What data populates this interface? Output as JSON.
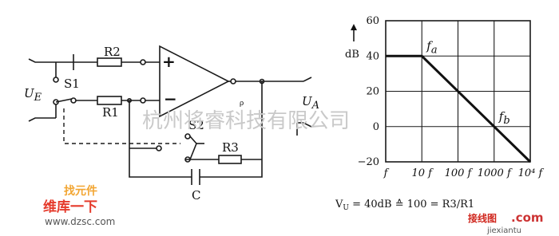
{
  "circuit": {
    "input_label": "U",
    "input_sub": "E",
    "output_label": "U",
    "output_sub": "A",
    "switch1_label": "S1",
    "switch2_label": "S2",
    "r1_label": "R1",
    "r2_label": "R2",
    "r3_label": "R3",
    "cap_label": "C",
    "plus_sign": "+",
    "minus_sign": "−",
    "pin_mark": "ρ"
  },
  "chart_data": {
    "type": "line",
    "title": "",
    "ylabel": "dB",
    "xscale": "log",
    "ylim": [
      -20,
      60
    ],
    "yticks": [
      -20,
      0,
      20,
      40,
      60
    ],
    "ytick_labels": [
      "−20",
      "0",
      "20",
      "40",
      "60"
    ],
    "xtick_labels": [
      "f",
      "10 f",
      "100 f",
      "1000 f",
      "10⁴ f"
    ],
    "grid": true,
    "series": [
      {
        "x_decades": [
          0,
          1,
          4
        ],
        "y": [
          40,
          40,
          -20
        ]
      }
    ],
    "annotations": [
      {
        "text": "f",
        "sub": "a",
        "x_decade": 1,
        "y": 40
      },
      {
        "text": "f",
        "sub": "b",
        "x_decade": 3,
        "y": 0
      }
    ]
  },
  "formula": {
    "text": "V",
    "sub": "U",
    "rest": " = 40dB ≙ 100 = R3/R1"
  },
  "watermark": {
    "center": "杭州将睿科技有限公司",
    "logo_top": "找元件",
    "logo_main": "维库一下",
    "logo_site": "www.dzsc.com",
    "right_cn": "接线图",
    "right_com": ".com",
    "right_site": "jiexiantu"
  }
}
